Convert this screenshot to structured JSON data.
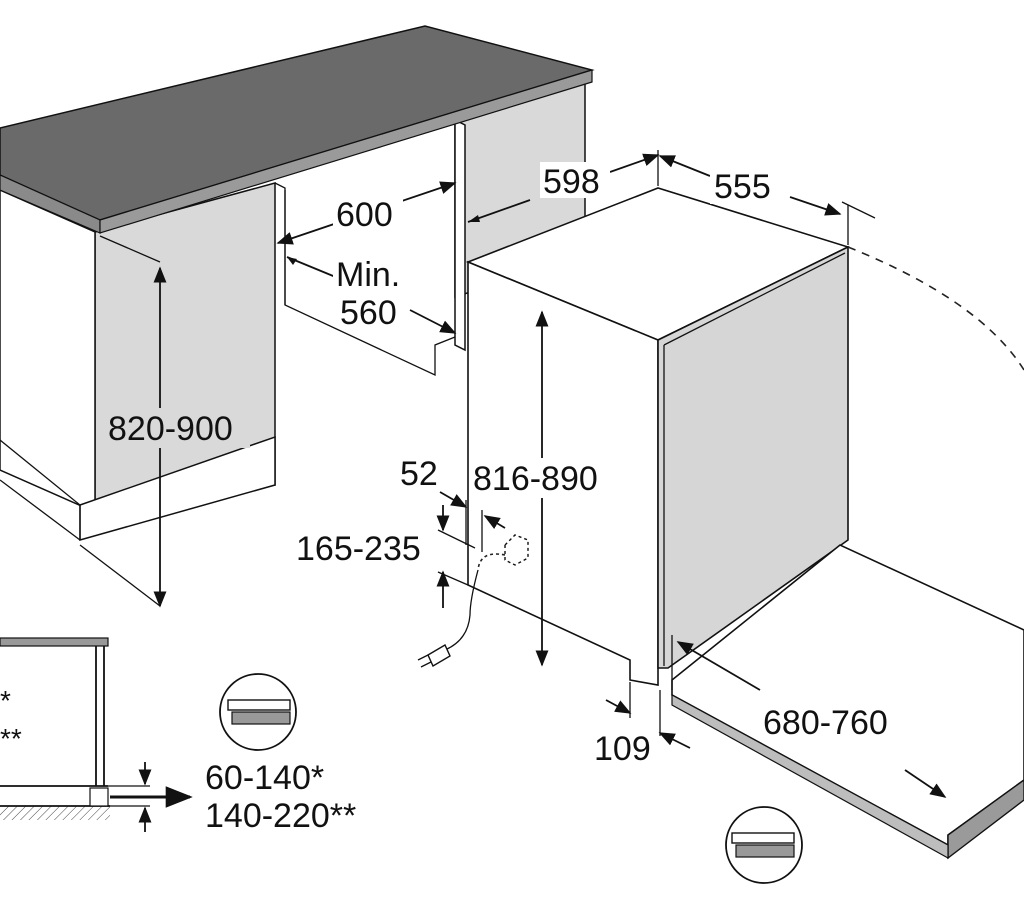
{
  "colors": {
    "countertop": "#666666",
    "panel": "#d9d9d9",
    "panel_dark": "#bdbdbd",
    "door": "#d6d6d6",
    "floor_strip": "#9a9a9a",
    "line": "#111111",
    "background": "#ffffff"
  },
  "dimensions": {
    "cabinet_height": "820-900",
    "niche_width": "600",
    "niche_min_label": "Min.",
    "niche_min_depth": "560",
    "appliance_width": "598",
    "appliance_depth": "555",
    "appliance_height": "816-890",
    "socket_offset": "52",
    "socket_height": "165-235",
    "plinth_recess": "109",
    "door_swing": "680-760",
    "plinth_height_1": "60-140*",
    "plinth_height_2": "140-220**",
    "asterisk_single": "*",
    "asterisk_double": "**"
  },
  "icons": [
    "plinth-detail-icon",
    "door-detail-icon",
    "power-plug-icon"
  ]
}
